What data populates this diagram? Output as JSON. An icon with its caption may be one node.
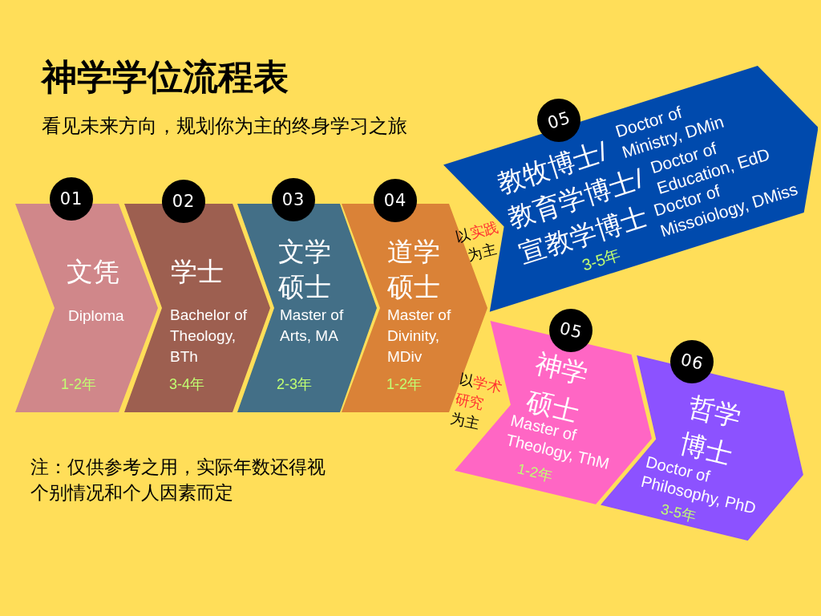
{
  "diagram": {
    "title": "神学学位流程表",
    "nodes": [
      {
        "text": [
          "01"
        ]
      },
      {
        "text": [
          "文凭",
          "Diploma",
          "1-2年"
        ]
      },
      {
        "text": [
          "02"
        ]
      },
      {
        "text": [
          "学士",
          "Bachelor of Theology, BTh",
          "3-4年"
        ]
      },
      {
        "text": [
          "03"
        ]
      },
      {
        "text": [
          "文学硕士",
          "Master of Arts, MA",
          "2-3年"
        ]
      },
      {
        "text": [
          "04"
        ]
      },
      {
        "text": [
          "道学硕士",
          "Master of Divinity, MDiv",
          "1-2年"
        ]
      },
      {
        "text": [
          "05"
        ]
      },
      {
        "text": [
          "教牧博士/",
          "Doctor of Ministry, DMin",
          "教育学博士/",
          "Doctor of Education, EdD",
          "宣教学博士",
          "Doctor of Missoiology, DMiss",
          "3-5年"
        ]
      },
      {
        "text": [
          "05"
        ]
      },
      {
        "text": [
          "神学硕士",
          "Master of Theology, ThM",
          "1-2年"
        ]
      },
      {
        "text": [
          "06"
        ]
      },
      {
        "text": [
          "哲学博士",
          "Doctor of Philosophy, PhD",
          "3-5年"
        ]
      }
    ],
    "labels": [
      "看见未来方向，规划你为主的终身学习之旅",
      "以实践为主",
      "以学术研究为主",
      "注：仅供参考之用，实际年数还得视个别情况和个人因素而定"
    ]
  }
}
